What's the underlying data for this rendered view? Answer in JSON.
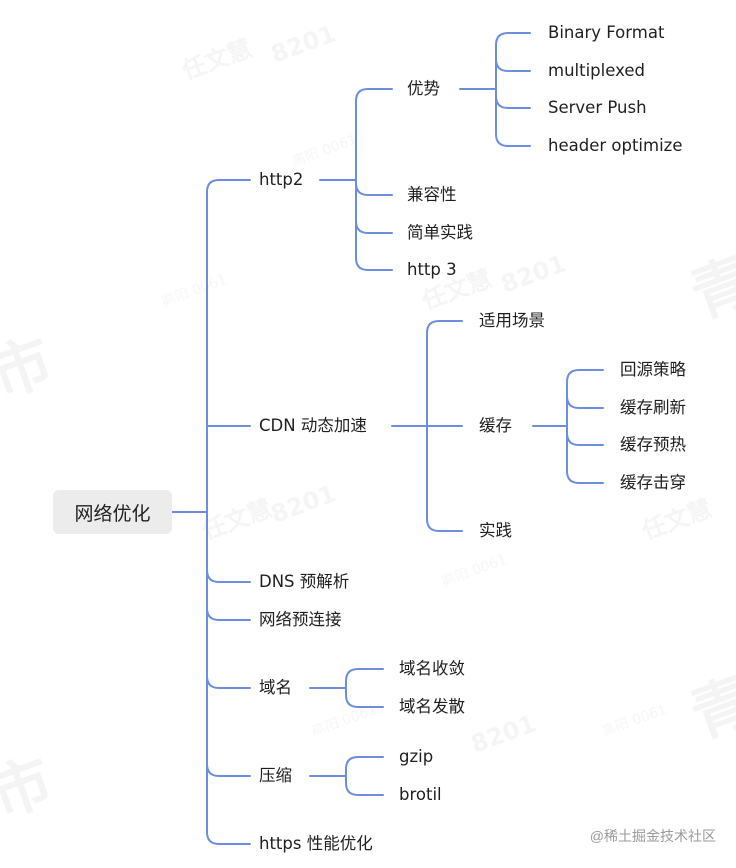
{
  "root": "网络优化",
  "branches": {
    "http2": {
      "label": "http2",
      "advantages": {
        "label": "优势",
        "items": [
          "Binary Format",
          "multiplexed",
          "Server Push",
          "header optimize"
        ]
      },
      "compatibility": "兼容性",
      "practice": "简单实践",
      "http3": "http 3"
    },
    "cdn": {
      "label": "CDN 动态加速",
      "scenarios": "适用场景",
      "cache": {
        "label": "缓存",
        "items": [
          "回源策略",
          "缓存刷新",
          "缓存预热",
          "缓存击穿"
        ]
      },
      "practice": "实践"
    },
    "dns": "DNS 预解析",
    "preconnect": "网络预连接",
    "domain": {
      "label": "域名",
      "items": [
        "域名收敛",
        "域名发散"
      ]
    },
    "compress": {
      "label": "压缩",
      "items": [
        "gzip",
        "brotil"
      ]
    },
    "https": "https 性能优化"
  },
  "watermarks": [
    "8201",
    "高阳 0061",
    "任文慧"
  ],
  "footer": "@稀土掘金技术社区",
  "colors": {
    "edge": "#6b8ee0",
    "root_bg": "#ececec"
  }
}
